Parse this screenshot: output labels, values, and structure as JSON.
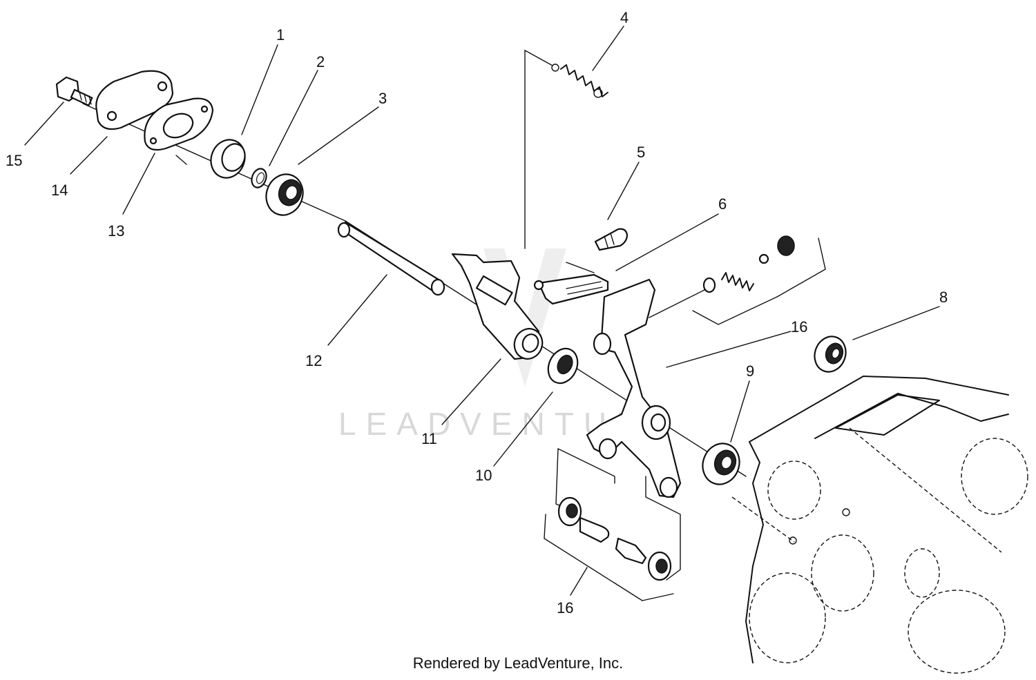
{
  "watermark": "LEADVENTURE",
  "credit": "Rendered by LeadVenture, Inc.",
  "callouts": {
    "c1": "1",
    "c2": "2",
    "c3": "3",
    "c4": "4",
    "c5": "5",
    "c6": "6",
    "c8": "8",
    "c9": "9",
    "c10": "10",
    "c11": "11",
    "c12": "12",
    "c13": "13",
    "c14": "14",
    "c15": "15",
    "c16a": "16",
    "c16b": "16"
  }
}
